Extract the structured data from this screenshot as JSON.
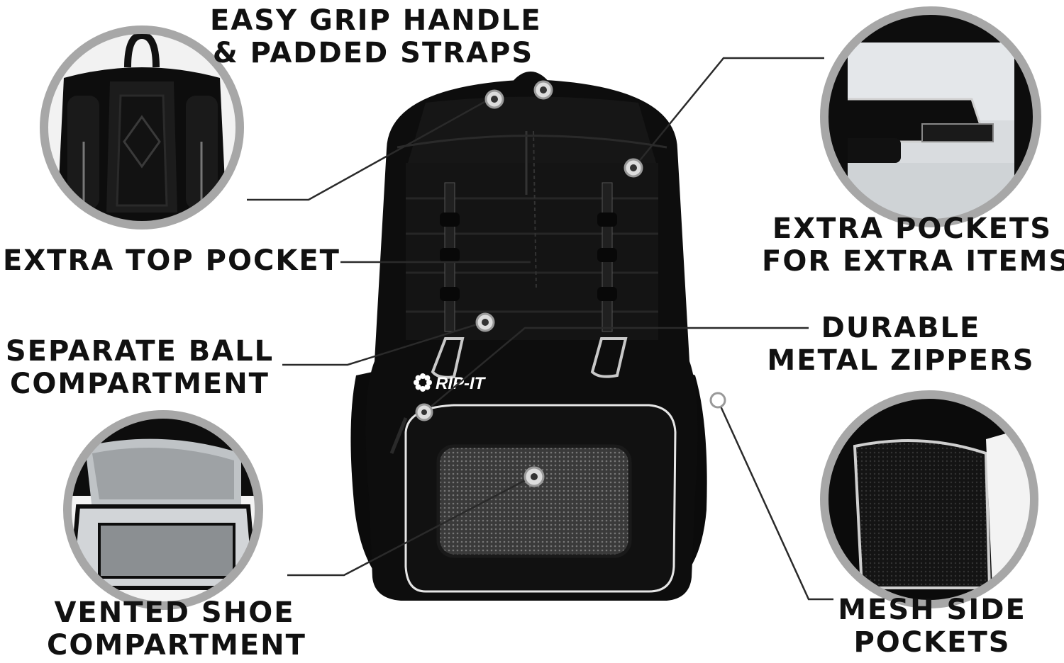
{
  "labels": {
    "grip": {
      "line1": "EASY GRIP HANDLE",
      "line2": "& PADDED STRAPS"
    },
    "top_pocket": {
      "line1": "EXTRA TOP POCKET"
    },
    "ball": {
      "line1": "SEPARATE BALL",
      "line2": "COMPARTMENT"
    },
    "shoe": {
      "line1": "VENTED SHOE",
      "line2": "COMPARTMENT"
    },
    "extra_pockets": {
      "line1": "EXTRA POCKETS",
      "line2": "FOR EXTRA ITEMS"
    },
    "zippers": {
      "line1": "DURABLE",
      "line2": "METAL ZIPPERS"
    },
    "mesh": {
      "line1": "MESH SIDE",
      "line2": "POCKETS"
    }
  },
  "logo": {
    "text": "RIP-IT"
  },
  "colors": {
    "bag": "#0d0d0d",
    "ring": "#a7a7a7",
    "line": "#2a2a2a",
    "lining": "#d9dcdf",
    "trim": "#e6e6e6"
  }
}
